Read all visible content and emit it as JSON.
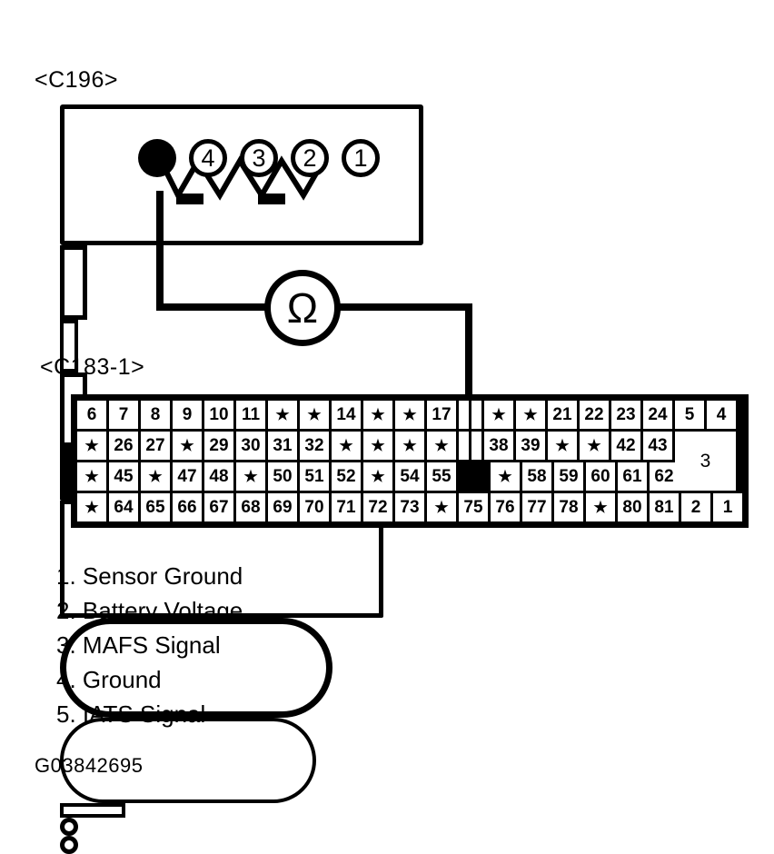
{
  "connector_top": {
    "label": "<C196>",
    "pins": [
      {
        "num": "",
        "filled": true
      },
      {
        "num": "4",
        "filled": false
      },
      {
        "num": "3",
        "filled": false
      },
      {
        "num": "2",
        "filled": false
      },
      {
        "num": "1",
        "filled": false
      }
    ]
  },
  "meter": {
    "symbol": "Ω",
    "name": "ohmmeter"
  },
  "connector_bottom": {
    "label": "<C183-1>",
    "grid": {
      "rows": [
        [
          "6",
          "7",
          "8",
          "9",
          "10",
          "11",
          "★",
          "★",
          "14",
          "★",
          "★",
          "17",
          "",
          "",
          "★",
          "★",
          "21",
          "22",
          "23",
          "24",
          "5",
          "4"
        ],
        [
          "★",
          "26",
          "27",
          "★",
          "29",
          "30",
          "31",
          "32",
          "★",
          "★",
          "★",
          "★",
          "",
          "",
          "38",
          "39",
          "★",
          "★",
          "42",
          "43",
          "3"
        ],
        [
          "★",
          "45",
          "★",
          "47",
          "48",
          "★",
          "50",
          "51",
          "52",
          "★",
          "54",
          "55",
          "BLACK",
          "★",
          "58",
          "59",
          "60",
          "61",
          "62"
        ],
        [
          "★",
          "64",
          "65",
          "66",
          "67",
          "68",
          "69",
          "70",
          "71",
          "72",
          "73",
          "★",
          "75",
          "76",
          "77",
          "78",
          "★",
          "80",
          "81",
          "2",
          "1"
        ]
      ]
    }
  },
  "legend": {
    "items": [
      "1. Sensor Ground",
      "2. Battery Voltage",
      "3. MAFS Signal",
      "4. Ground",
      "5. IATS Signal"
    ]
  },
  "reference_code": "G03842695",
  "colors": {
    "ink": "#000000",
    "paper": "#ffffff"
  }
}
